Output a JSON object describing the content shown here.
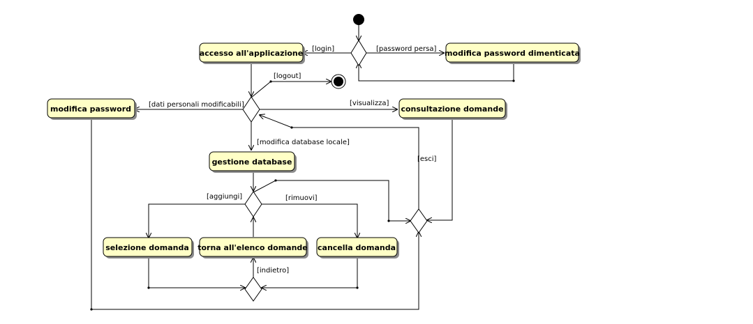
{
  "diagram": {
    "activities": {
      "accesso": "accesso all'applicazione",
      "modifica_dimenticata": "modifica password dimenticata",
      "modifica_password": "modifica password",
      "consultazione": "consultazione domande",
      "gestione": "gestione database",
      "selezione": "selezione domanda",
      "torna": "torna all'elenco domande",
      "cancella": "cancella domanda"
    },
    "guards": {
      "login": "[login]",
      "password_persa": "[password persa]",
      "logout": "[logout]",
      "dati_personali": "[dati personali modificabili]",
      "visualizza": "[visualizza]",
      "modifica_db": "[modifica database locale]",
      "esci": "[esci]",
      "aggiungi": "[aggiungi]",
      "rimuovi": "[rimuovi]",
      "indietro": "[indietro]"
    },
    "colors": {
      "activity_fill": "#ffffc6",
      "activity_shadow": "#8c8c8c",
      "line": "#000000"
    }
  }
}
